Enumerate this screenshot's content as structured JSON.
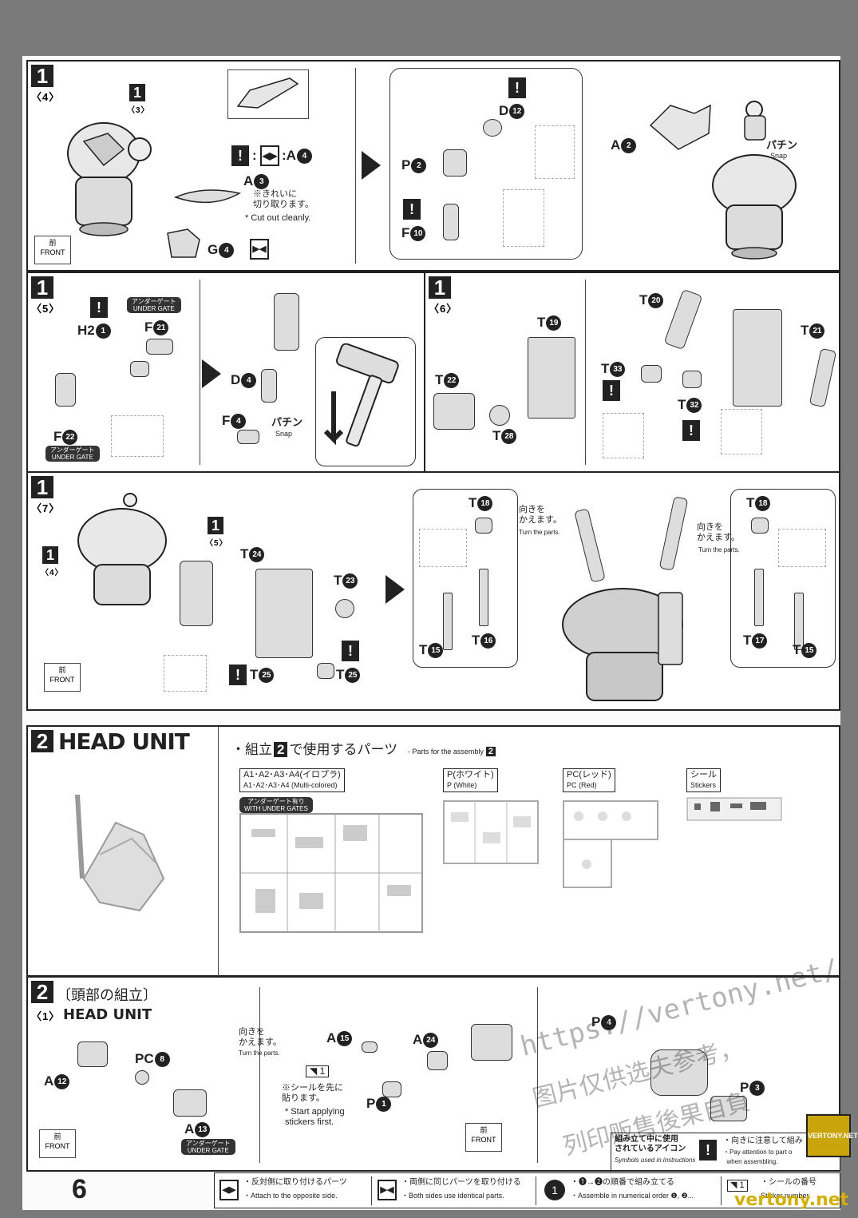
{
  "step1": {
    "number": "1",
    "sub4": "〈4〉",
    "sub3": "〈3〉",
    "sub5": "〈5〉",
    "sub6": "〈6〉",
    "sub7": "〈7〉"
  },
  "panel4": {
    "parts": [
      "A",
      "A",
      "G",
      "P",
      "F",
      "D",
      "A"
    ],
    "a4": "A",
    "a3": "A",
    "g4": "G",
    "p2": "P",
    "f10": "F",
    "d12": "D",
    "a2": "A",
    "nums": {
      "a4": "4",
      "a3": "3",
      "g4": "4",
      "p2": "2",
      "f10": "10",
      "d12": "12",
      "a2": "2"
    },
    "cut_jp": "※きれいに\n切り取ります。",
    "cut_en": "* Cut out cleanly.",
    "snap_jp": "パチン",
    "snap_en": "Snap",
    "front_jp": "前",
    "front_en": "FRONT"
  },
  "panel5": {
    "h2": "H2",
    "h2n": "1",
    "f21": "F",
    "f21n": "21",
    "f22": "F",
    "f22n": "22",
    "d4": "D",
    "d4n": "4",
    "f4": "F",
    "f4n": "4",
    "under_gate_jp": "アンダーゲート",
    "under_gate_en": "UNDER GATE",
    "snap_jp": "パチン",
    "snap_en": "Snap"
  },
  "panel6": {
    "t19": "T",
    "t19n": "19",
    "t22": "T",
    "t22n": "22",
    "t28": "T",
    "t28n": "28",
    "t20": "T",
    "t20n": "20",
    "t21": "T",
    "t21n": "21",
    "t33": "T",
    "t33n": "33",
    "t32": "T",
    "t32n": "32"
  },
  "panel7": {
    "t24": "T",
    "t24n": "24",
    "t23": "T",
    "t23n": "23",
    "t25": "T",
    "t25n": "25",
    "t18": "T",
    "t18n": "18",
    "t16": "T",
    "t16n": "16",
    "t15": "T",
    "t15n": "15",
    "t17": "T",
    "t17n": "17",
    "turn_jp": "向きを\nかえます。",
    "turn_en": "Turn the parts."
  },
  "step2": {
    "number": "2",
    "title": "HEAD UNIT",
    "parts_title_jp_a": "・組立",
    "parts_title_jp_b": "で使用するパーツ",
    "parts_title_en": "- Parts for the assembly",
    "runners": [
      {
        "jp": "A1･A2･A3･A4(イロプラ)",
        "en": "A1･A2･A3･A4 (Multi-colored)"
      },
      {
        "jp": "P(ホワイト)",
        "en": "P (White)"
      },
      {
        "jp": "PC(レッド)",
        "en": "PC (Red)"
      },
      {
        "jp": "シール",
        "en": "Stickers"
      }
    ],
    "with_gates_jp": "アンダーゲート有り",
    "with_gates_en": "WITH UNDER GATES"
  },
  "step2sub": {
    "title_jp": "〔頭部の組立〕",
    "sub1": "〈1〉",
    "title_en": "HEAD UNIT",
    "a12": "A",
    "a12n": "12",
    "pc8": "PC",
    "pc8n": "8",
    "a13": "A",
    "a13n": "13",
    "a15": "A",
    "a15n": "15",
    "a24": "A",
    "a24n": "24",
    "p1": "P",
    "p1n": "1",
    "p4": "P",
    "p4n": "4",
    "p3": "P",
    "p3n": "3",
    "turn_jp": "向きを\nかえます。",
    "turn_en": "Turn the parts.",
    "sticker_num": "1",
    "sticker_jp": "※シールを先に\n貼ります。",
    "sticker_en": "* Start applying\nstickers first.",
    "under_gate_jp": "アンダーゲート",
    "under_gate_en": "UNDER GATE"
  },
  "footer": {
    "page": "6",
    "icons_jp": "組み立て中に使用\nされているアイコン",
    "icons_en": "Symbols used in instructions",
    "attention_jp": "・向きに注意して組み",
    "attention_en": "・Pay attention to part o\n  when assembling.",
    "opposite_jp": "・反対側に取り付けるパーツ",
    "opposite_en": "・Attach to the opposite side.",
    "both_jp": "・両側に同じパーツを取り付ける",
    "both_en": "・Both sides use identical parts.",
    "order_jp": "・❶→❷の順番で組み立てる",
    "order_en": "・Assemble in numerical order ❶, ❷...",
    "sticker_jp": "・シールの番号",
    "sticker_en": "Sticker number"
  },
  "watermark": {
    "url": "https://vertony.net/",
    "cn1": "图片仅供选夫参考，",
    "cn2": "列印贩售後果自負",
    "logo": "VERTONY.NET",
    "footer_url": "vertony.net"
  }
}
